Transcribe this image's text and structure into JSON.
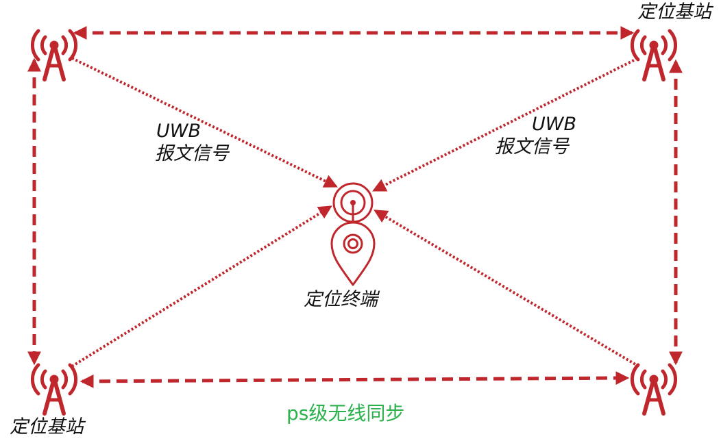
{
  "colors": {
    "accent": "#c0272d",
    "label_text": "#111111",
    "sync_text": "#2bb24c"
  },
  "base_station_label": "定位基站",
  "signal_label": {
    "line1": "UWB",
    "line2": "报文信号"
  },
  "terminal_label": "定位终端",
  "sync_label": "ps级无线同步",
  "icons": {
    "base_station": "radio-tower-icon",
    "terminal_antenna": "antenna-signal-icon",
    "terminal_pin": "location-pin-icon"
  }
}
